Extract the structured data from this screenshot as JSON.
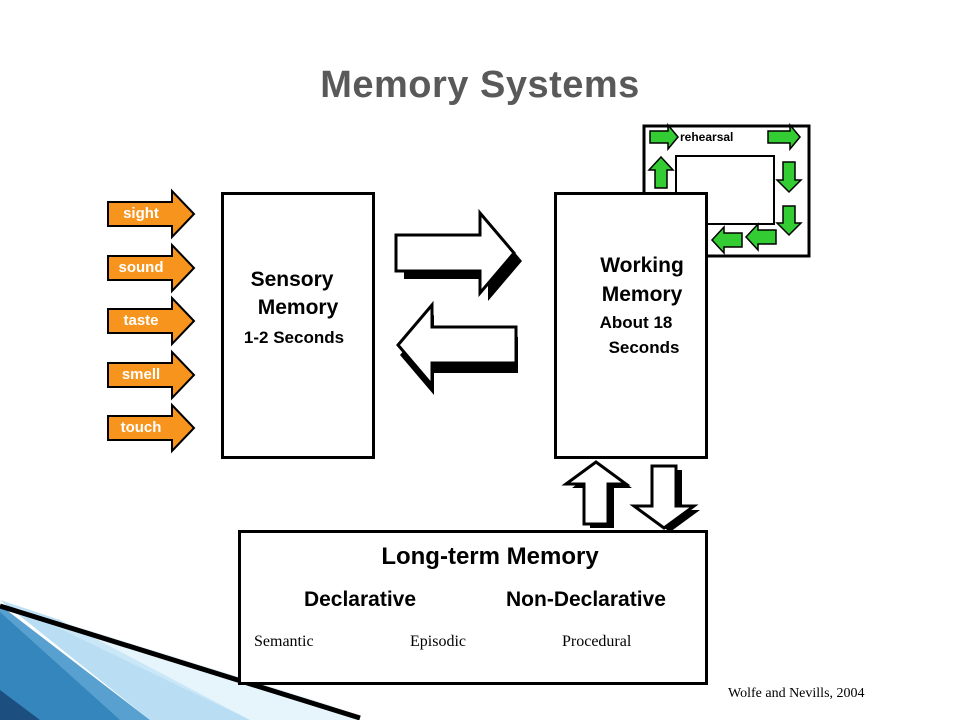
{
  "title": "Memory Systems",
  "senses": [
    "sight",
    "sound",
    "taste",
    "smell",
    "touch"
  ],
  "sensory": {
    "line1": "Sensory",
    "line2": "Memory",
    "line3": "1-2 Seconds"
  },
  "working": {
    "line1": "Working",
    "line2": "Memory",
    "line3": "About 18",
    "line4": "Seconds"
  },
  "rehearsal_label": "rehearsal",
  "long_term": {
    "title": "Long-term Memory",
    "declarative": "Declarative",
    "non_declarative": "Non-Declarative",
    "semantic": "Semantic",
    "episodic": "Episodic",
    "procedural": "Procedural"
  },
  "credit": "Wolfe and Nevills, 2004",
  "colors": {
    "sense_arrow": "#f7941d",
    "rehearsal_arrow": "#33cc33",
    "title": "#595959",
    "decor_blue": "#3a8fc7"
  }
}
